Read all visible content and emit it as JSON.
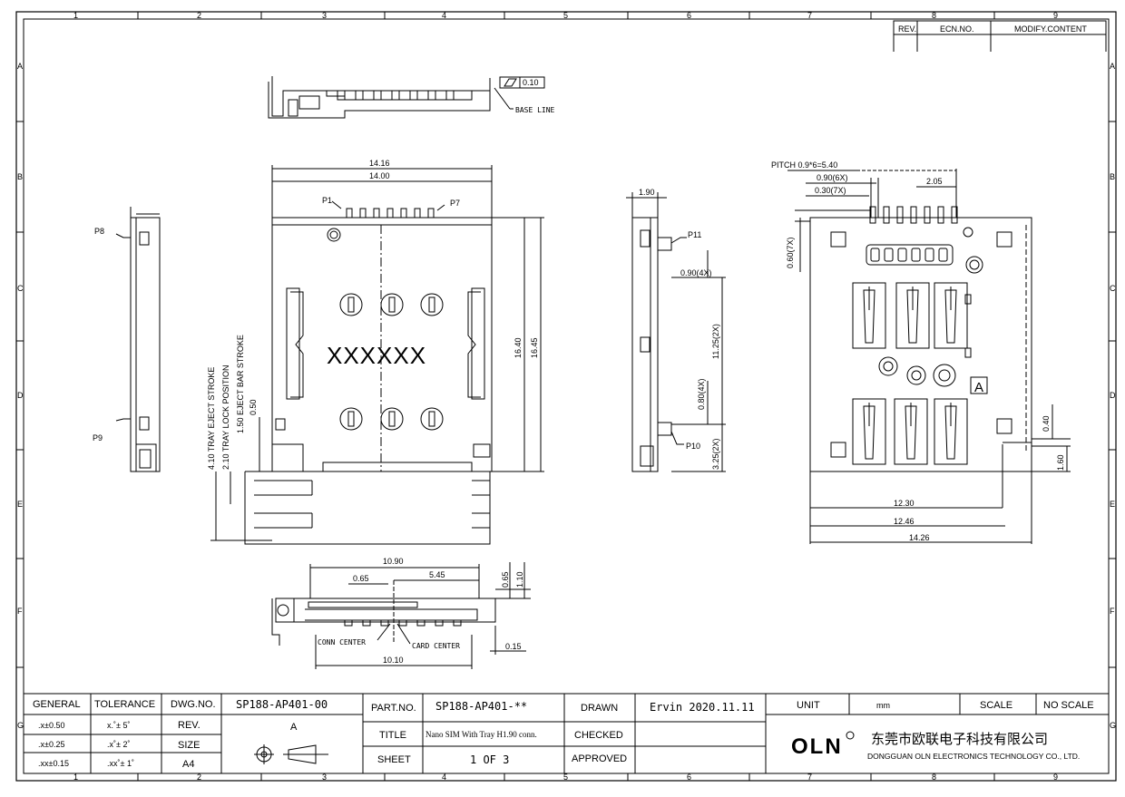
{
  "border": {
    "columns": [
      "1",
      "2",
      "3",
      "4",
      "5",
      "6",
      "7",
      "8",
      "9"
    ],
    "rows": [
      "A",
      "B",
      "C",
      "D",
      "E",
      "F",
      "G"
    ]
  },
  "revision_table": {
    "rev": "REV.",
    "ecn": "ECN.NO.",
    "modify": "MODIFY.CONTENT"
  },
  "top_view": {
    "flatness": "0.10",
    "base_line": "BASE LINE"
  },
  "front_view": {
    "w1": "14.16",
    "w2": "14.00",
    "p1": "P1",
    "p7": "P7",
    "p8": "P8",
    "p9": "P9",
    "marking": "XXXXXX",
    "h1": "16.40",
    "h2": "16.45",
    "eject_stroke": "4.10  TRAY EJECT STROKE",
    "lock_pos": "2.10  TRAY LOCK POSITION",
    "bar_stroke": "1.50  EJECT BAR STROKE",
    "d050": "0.50"
  },
  "side_view": {
    "w": "1.90",
    "p11": "P11",
    "p10": "P10",
    "d1": "0.90(4X)",
    "d2": "11.25(2X)",
    "d3": "0.80(4X)",
    "d4": "3.25(2X)"
  },
  "footprint_view": {
    "pitch": "PITCH  0.9*6=5.40",
    "d090": "0.90(6X)",
    "d030": "0.30(7X)",
    "d205": "2.05",
    "d060": "0.60(7X)",
    "a_mark": "A",
    "d040": "0.40",
    "d160": "1.60",
    "w1": "12.30",
    "w2": "12.46",
    "w3": "14.26"
  },
  "bottom_view": {
    "w1": "10.90",
    "d065": "0.65",
    "d545": "5.45",
    "h065": "0.65",
    "h110": "1.10",
    "conn_center": "CONN CENTER",
    "card_center": "CARD CENTER",
    "d015": "0.15",
    "w2": "10.10"
  },
  "title_block": {
    "general": "GENERAL",
    "tolerance": "TOLERANCE",
    "g1": ".x±0.50",
    "g2": ".x±0.25",
    "g3": ".xx±0.15",
    "t1": "x.˚± 5˚",
    "t2": ".x˚± 2˚",
    "t3": ".xx˚± 1˚",
    "dwg_no_label": "DWG.NO.",
    "dwg_no": "SP188-AP401-00",
    "rev_label": "REV.",
    "rev": "A",
    "size_label": "SIZE",
    "size": "A4",
    "part_no_label": "PART.NO.",
    "part_no": "SP188-AP401-**",
    "title_label": "TITLE",
    "title": "Nano SIM With Tray H1.90 conn.",
    "sheet_label": "SHEET",
    "sheet": "1 OF 3",
    "drawn_label": "DRAWN",
    "drawn": "Ervin  2020.11.11",
    "checked_label": "CHECKED",
    "approved_label": "APPROVED",
    "unit_label": "UNIT",
    "unit": "mm",
    "scale_label": "SCALE",
    "scale": "NO SCALE",
    "logo": "OLN",
    "company_cn": "东莞市欧联电子科技有限公司",
    "company_en": "DONGGUAN OLN ELECTRONICS TECHNOLOGY CO., LTD."
  }
}
